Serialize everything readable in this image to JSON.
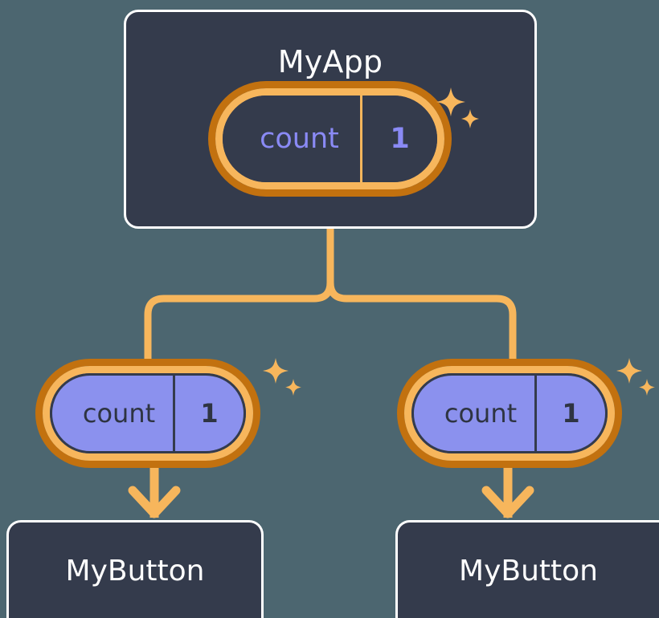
{
  "colors": {
    "background": "#4c6670",
    "card_fill": "#343b4c",
    "card_border": "#ffffff",
    "ring_outer": "#c2710f",
    "ring_inner": "#f7b65c",
    "wire": "#f7b65c",
    "signal_fill": "#8b91ee",
    "signal_text_dark": "#2e3442",
    "signal_text_purple": "#8a8af5",
    "sparkle": "#f7b65c"
  },
  "diagram": {
    "type": "component-tree",
    "root": {
      "title": "MyApp",
      "signal": {
        "name": "count",
        "value": "1"
      }
    },
    "children": [
      {
        "title": "MyButton",
        "signal": {
          "name": "count",
          "value": "1"
        }
      },
      {
        "title": "MyButton",
        "signal": {
          "name": "count",
          "value": "1"
        }
      }
    ]
  },
  "icons": {
    "sparkle_large": "sparkle-four-point-large",
    "sparkle_small": "sparkle-four-point-small",
    "arrow_down": "arrow-down-icon",
    "branch": "branch-connector"
  }
}
